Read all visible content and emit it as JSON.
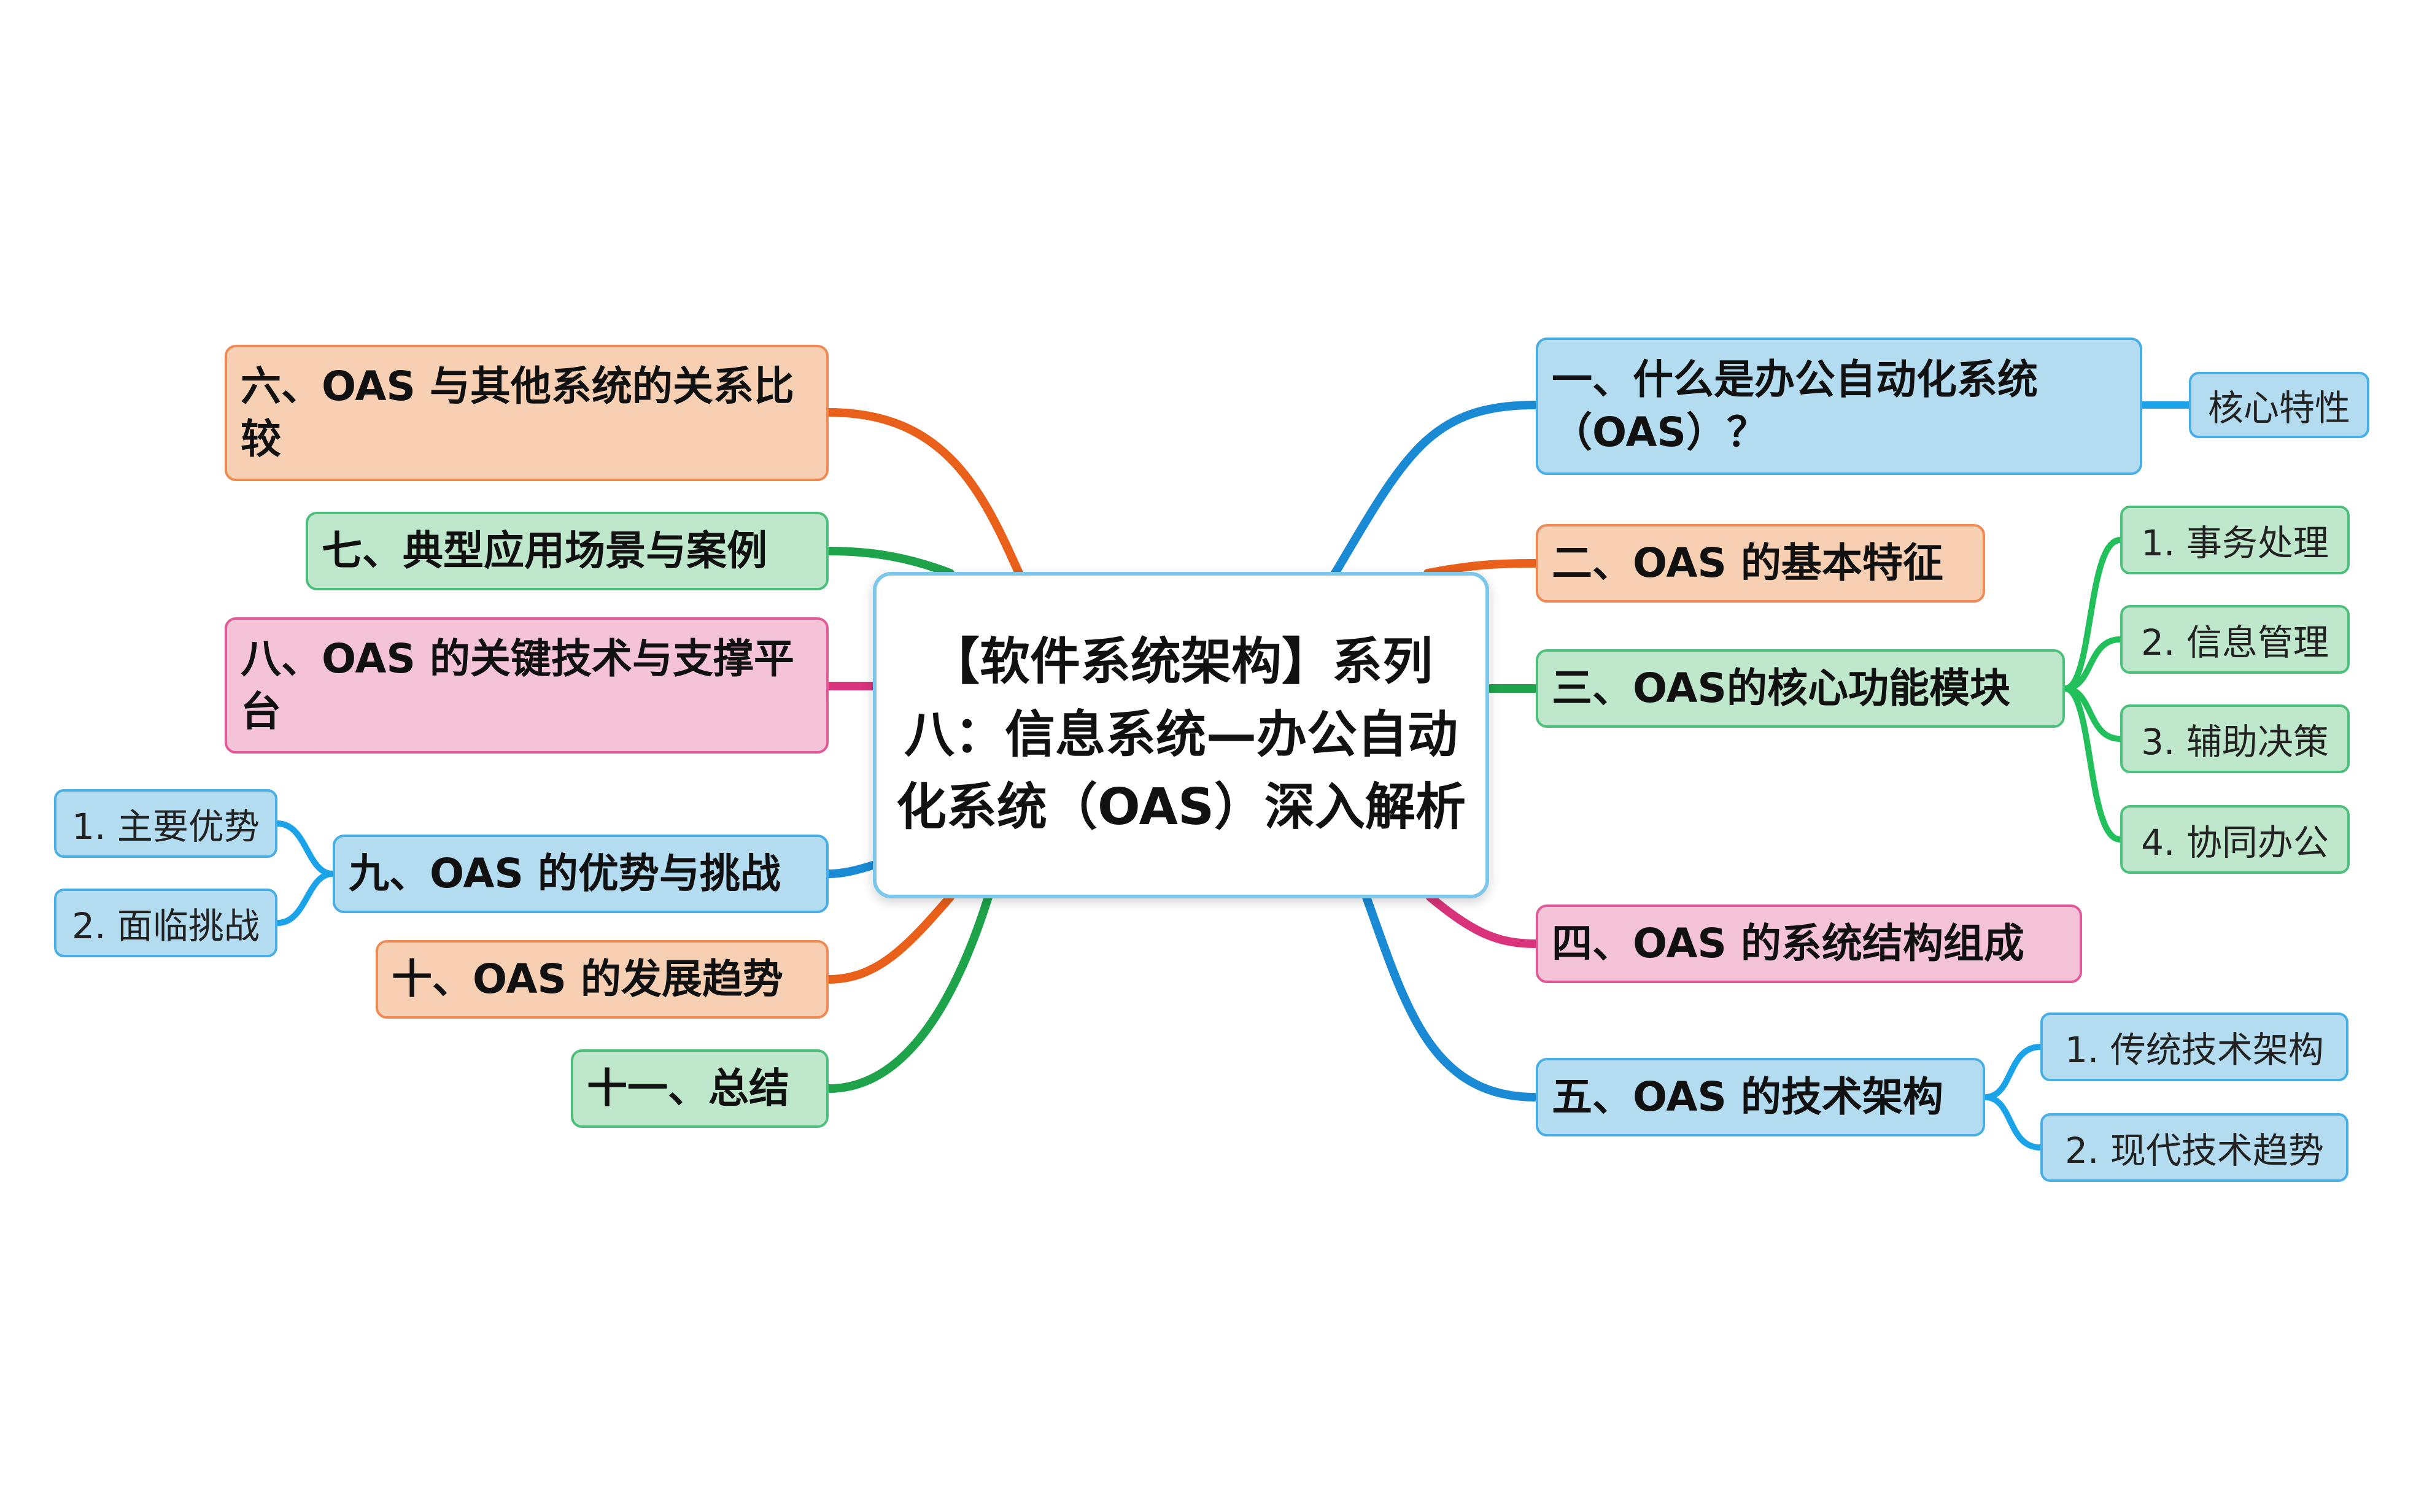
{
  "center": {
    "title": "【软件系统架构】系列八：信息系统—办公自动化系统（OAS）深入解析"
  },
  "colors": {
    "blue": "#1a8ad4",
    "orange": "#e8601a",
    "green": "#1ea34a",
    "pink": "#d9347b",
    "leaf_blue": "#1aa3e8",
    "leaf_green": "#22c05a"
  },
  "right_branches": [
    {
      "label": "一、什么是办公自动化系统（OAS）？",
      "children": [
        "核心特性"
      ]
    },
    {
      "label": "二、OAS 的基本特征",
      "children": []
    },
    {
      "label": "三、OAS的核心功能模块",
      "children": [
        "1. 事务处理",
        "2. 信息管理",
        "3. 辅助决策",
        "4. 协同办公"
      ]
    },
    {
      "label": "四、OAS 的系统结构组成",
      "children": []
    },
    {
      "label": "五、OAS 的技术架构",
      "children": [
        "1. 传统技术架构",
        "2. 现代技术趋势"
      ]
    }
  ],
  "left_branches": [
    {
      "label": "六、OAS 与其他系统的关系比较",
      "children": []
    },
    {
      "label": "七、典型应用场景与案例",
      "children": []
    },
    {
      "label": "八、OAS 的关键技术与支撑平台",
      "children": []
    },
    {
      "label": "九、OAS 的优势与挑战",
      "children": [
        "1. 主要优势",
        "2. 面临挑战"
      ]
    },
    {
      "label": "十、OAS 的发展趋势",
      "children": []
    },
    {
      "label": "十一、总结",
      "children": []
    }
  ]
}
